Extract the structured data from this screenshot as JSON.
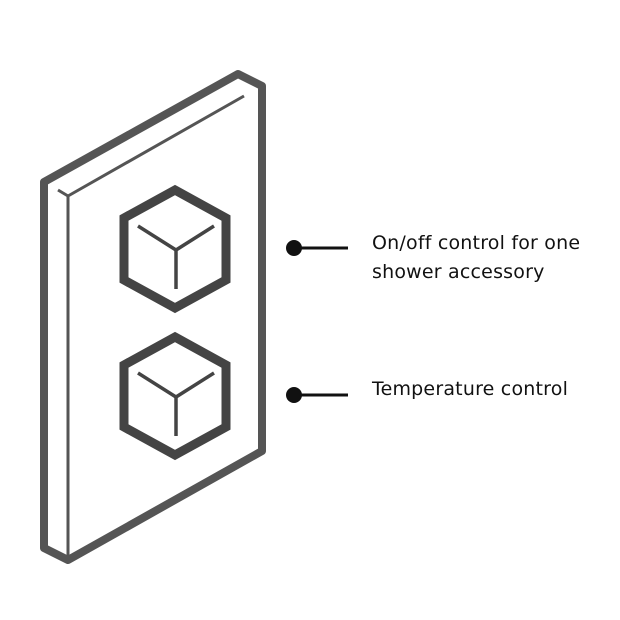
{
  "callouts": {
    "onoff": {
      "line1": "On/off control for one",
      "line2": "shower accessory"
    },
    "temperature": {
      "label": "Temperature control"
    }
  },
  "colors": {
    "plate_stroke": "#555555",
    "hex_stroke": "#444444",
    "leader": "#111111",
    "text": "#111111",
    "background": "#ffffff"
  },
  "icons": {
    "plate": "shower-valve-plate-icon",
    "top_knob": "hexagonal-knob-icon",
    "bottom_knob": "hexagonal-knob-icon",
    "leader_dot": "leader-dot-icon"
  }
}
